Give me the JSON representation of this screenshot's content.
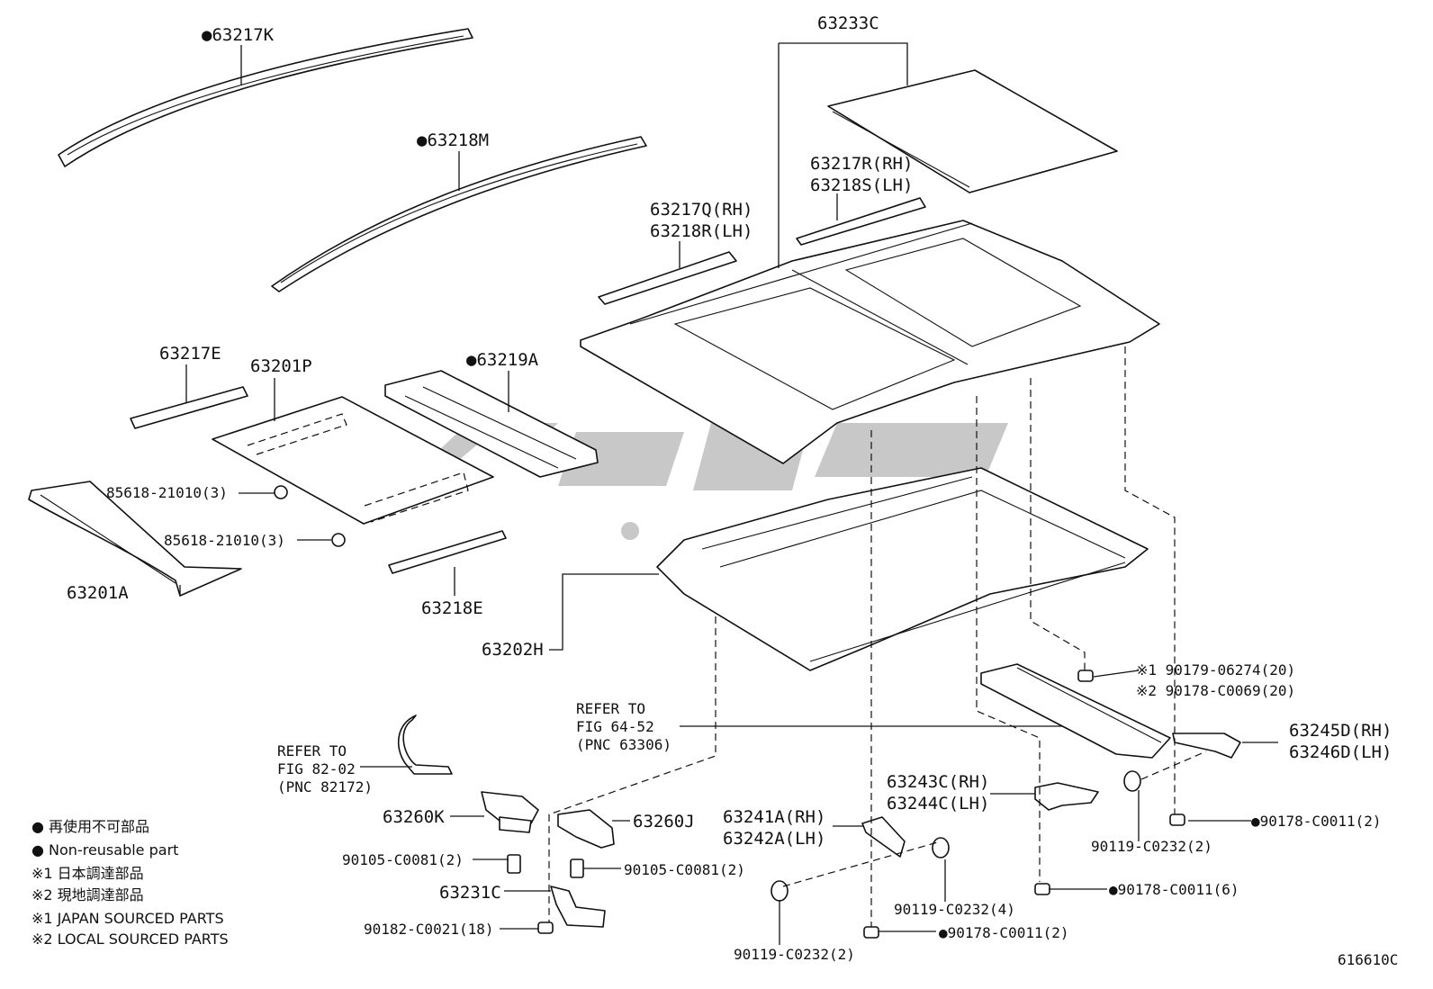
{
  "labels": {
    "p63217K": "●63217K",
    "p63218M": "●63218M",
    "p63233C": "63233C",
    "p63217R": "63217R(RH)",
    "p63218S": "63218S(LH)",
    "p63217Q": "63217Q(RH)",
    "p63218R": "63218R(LH)",
    "p63217E": "63217E",
    "p63201P": "63201P",
    "p63219A": "●63219A",
    "p85618a": "85618-21010(3)",
    "p85618b": "85618-21010(3)",
    "p63201A": "63201A",
    "p63218E": "63218E",
    "p63202H": "63202H",
    "p90179": "※1 90179-06274(20)",
    "p90178_0069": "※2 90178-C0069(20)",
    "refer1_l1": "REFER TO",
    "refer1_l2": "FIG 64-52",
    "refer1_l3": "(PNC 63306)",
    "p63245D": "63245D(RH)",
    "p63246D": "63246D(LH)",
    "refer2_l1": "REFER TO",
    "refer2_l2": "FIG 82-02",
    "refer2_l3": "(PNC 82172)",
    "p63243C": "63243C(RH)",
    "p63244C": "63244C(LH)",
    "p63260K": "63260K",
    "p63260J": "63260J",
    "p63241A": "63241A(RH)",
    "p63242A": "63242A(LH)",
    "p90178_0011_2a": "●90178-C0011(2)",
    "p90119_2a": "90119-C0232(2)",
    "p90105a": "90105-C0081(2)",
    "p90105b": "90105-C0081(2)",
    "p90119_4": "90119-C0232(4)",
    "p90178_0011_6": "●90178-C0011(6)",
    "p63231C": "63231C",
    "p90182": "90182-C0021(18)",
    "p90178_0011_2b": "●90178-C0011(2)",
    "p90119_2b": "90119-C0232(2)",
    "fig_id": "616610C"
  },
  "legend": {
    "non_reusable_jp": "● 再使用不可部品",
    "non_reusable_en": "● Non-reusable part",
    "note1_jp": "※1 日本調達部品",
    "note2_jp": "※2 現地調達部品",
    "note1_en": "※1 JAPAN SOURCED PARTS",
    "note2_en": "※2 LOCAL SOURCED PARTS"
  },
  "colors": {
    "line": "#111111",
    "background": "#ffffff",
    "watermark": "#9a9a9a"
  }
}
